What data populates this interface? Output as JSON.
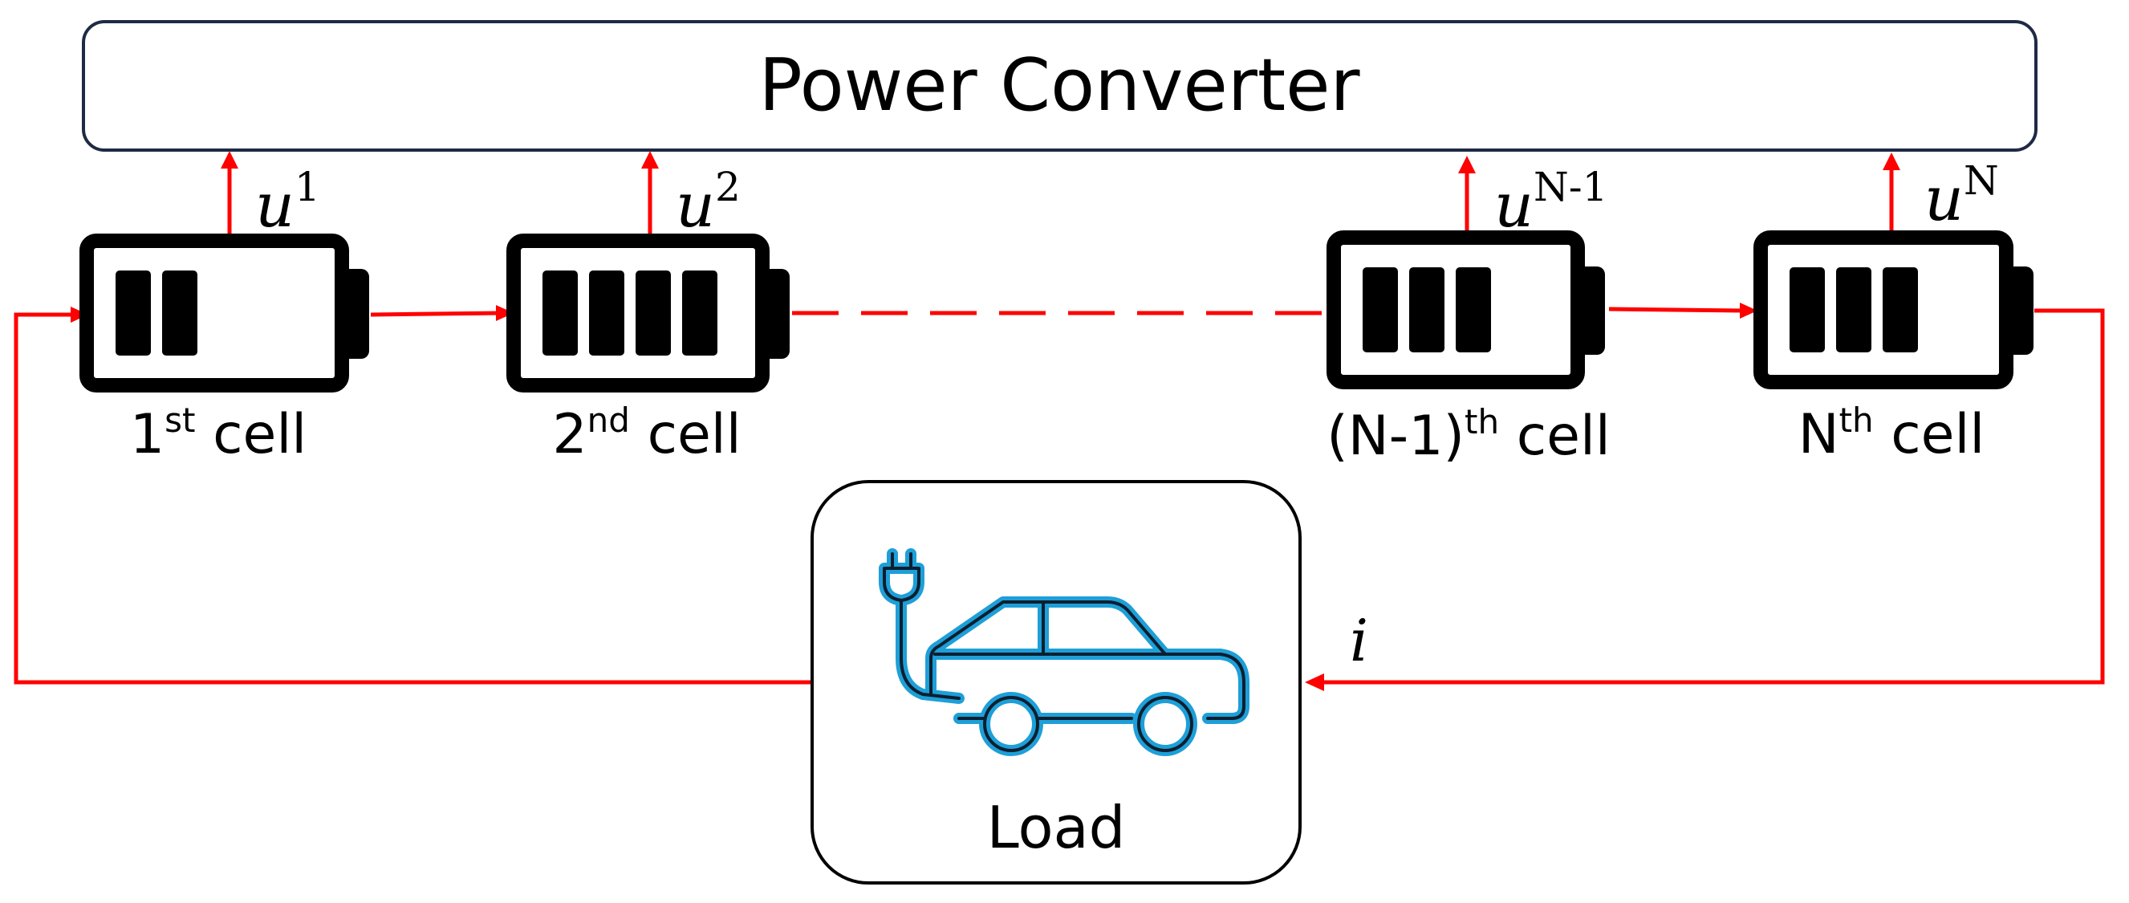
{
  "converter": {
    "label": "Power Converter"
  },
  "cells": [
    {
      "ordinal": "1",
      "suffix": "st",
      "word": "cell",
      "control_var": "u",
      "control_index": "1",
      "charge_bars": 2
    },
    {
      "ordinal": "2",
      "suffix": "nd",
      "word": "cell",
      "control_var": "u",
      "control_index": "2",
      "charge_bars": 4
    },
    {
      "ordinal": "(N-1)",
      "suffix": "th",
      "word": "cell",
      "control_var": "u",
      "control_index": "N-1",
      "charge_bars": 3
    },
    {
      "ordinal": "N",
      "suffix": "th",
      "word": "cell",
      "control_var": "u",
      "control_index": "N",
      "charge_bars": 3
    }
  ],
  "load": {
    "label": "Load",
    "icon": "electric-car-icon"
  },
  "current": {
    "label": "i"
  },
  "colors": {
    "wire": "#ff0000",
    "battery": "#000000",
    "box_border": "#1f2a44",
    "car": "#1e9fd8"
  }
}
